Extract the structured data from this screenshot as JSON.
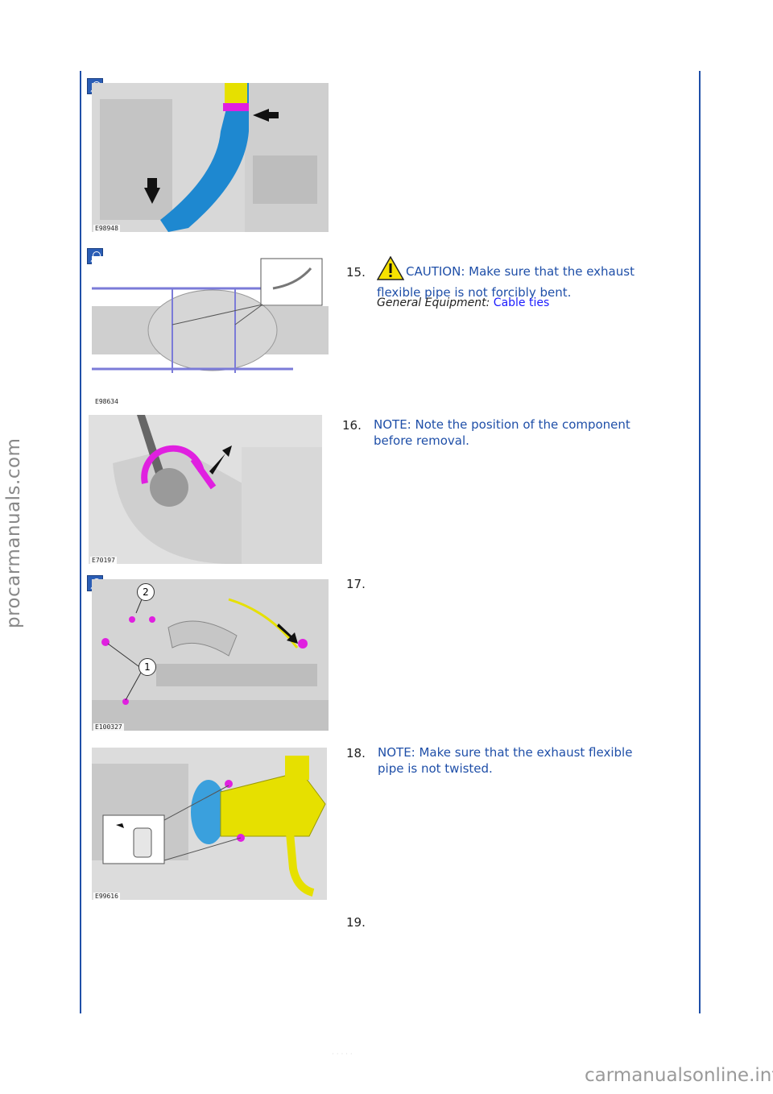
{
  "steps": [
    {
      "num": "15.",
      "caution_label": "CAUTION:",
      "text_line1": " Make sure that the exhaust",
      "text_line2": "flexible pipe is not forcibly bent.",
      "equip_label": "General Equipment:",
      "equip_value": "Cable ties"
    },
    {
      "num": "16.",
      "text_line1": "NOTE: Note the position of the component",
      "text_line2": "before removal."
    },
    {
      "num": "17."
    },
    {
      "num": "18.",
      "text_line1": "NOTE: Make sure that the exhaust flexible",
      "text_line2": "pipe is not twisted."
    },
    {
      "num": "19."
    }
  ],
  "figures": [
    {
      "code": "E98948"
    },
    {
      "code": "E98634"
    },
    {
      "code": "E70197"
    },
    {
      "code": "E100327"
    },
    {
      "code": "E99616"
    }
  ],
  "callouts": {
    "one": "1",
    "two": "2"
  },
  "watermarks": {
    "side": "procarmanuals.com",
    "bottom": "carmanualsonline.info",
    "faint": "· · · · ·"
  },
  "colors": {
    "rule": "#1f4fa8",
    "note_text": "#1f4fa8",
    "pipe": "#1e88d0",
    "clamp": "#e020e0",
    "highlight": "#e6e000"
  }
}
